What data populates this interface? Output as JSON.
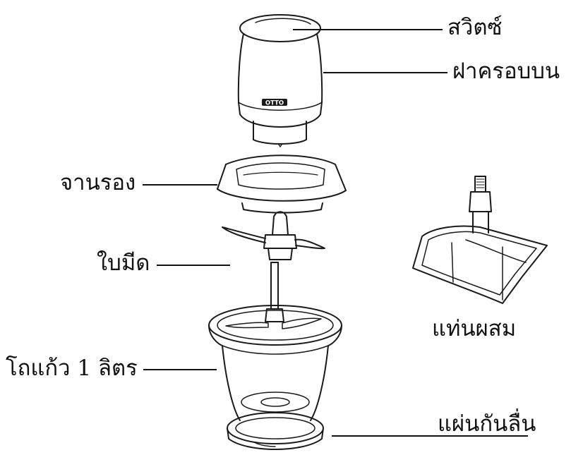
{
  "diagram": {
    "labels": {
      "switch": "สวิตซ์",
      "top_cover": "ฝาครอบบน",
      "base_plate": "จานรอง",
      "blade": "ใบมีด",
      "bowl": "โถแก้ว 1 ลิตร",
      "mixer_attachment": "แท่นผสม",
      "anti_slip_pad": "แผ่นกันลื่น"
    },
    "brand_logo": "OTTO"
  },
  "colors": {
    "line": "#111111",
    "background": "#ffffff"
  }
}
